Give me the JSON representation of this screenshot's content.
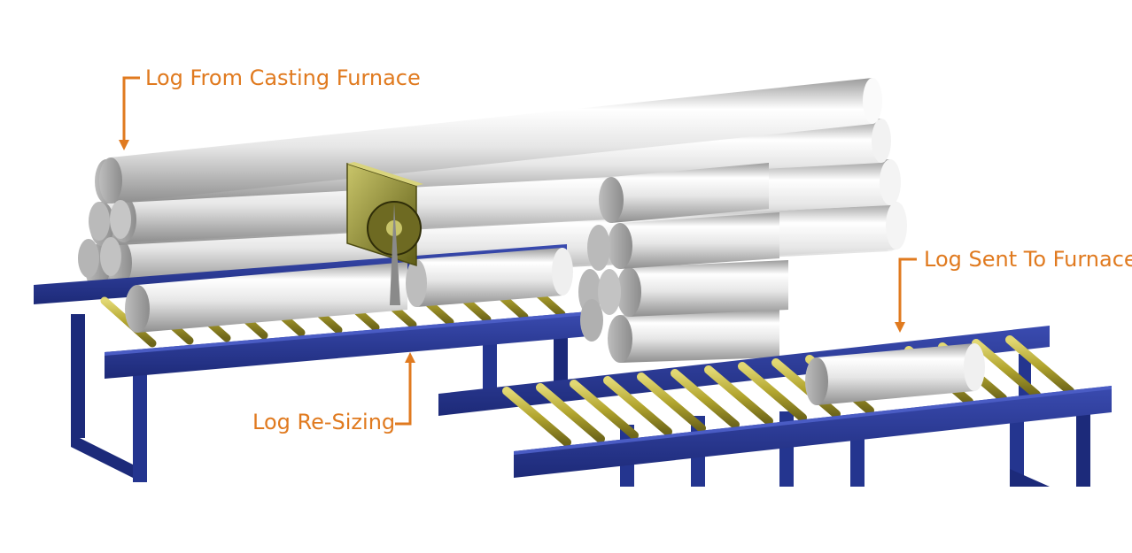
{
  "labels": {
    "casting": "Log From Casting Furnace",
    "sent": "Log Sent To Furnace",
    "resize": "Log Re-Sizing"
  },
  "colors": {
    "accent": "#e07a1f",
    "frame": "#24358f",
    "frame_dark": "#15205f",
    "roller": "#b7ab33",
    "log_light": "#f4f4f4",
    "log_dark": "#a8a8a8",
    "saw": "#8d8b2a"
  }
}
